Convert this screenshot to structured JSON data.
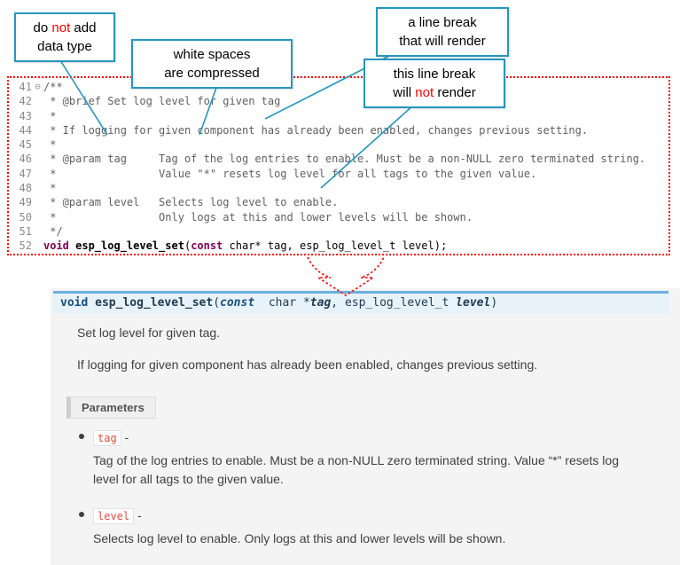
{
  "colors": {
    "callout_border": "#2596be",
    "annotation_red": "#ff0000",
    "code_border_dotted": "#ff0000",
    "signature_bar_bg": "#e7f2fa",
    "signature_bar_border": "#6ab0de",
    "param_chip_text": "#e74c3c",
    "docs_bg": "#f4f4f4"
  },
  "callouts": {
    "datatype": {
      "t1": "do ",
      "t2": "not",
      "t3": " add",
      "l2": "data type"
    },
    "whitespace": {
      "l1": "white spaces",
      "l2": "are  compressed"
    },
    "break_render": {
      "l1": "a line break",
      "l2": "that will render"
    },
    "break_norender": {
      "l1": "this line break",
      "t1": "will ",
      "t2": "not",
      "t3": " render"
    }
  },
  "code": {
    "lines": [
      {
        "num": "41",
        "fold": "⊖",
        "text": "/**"
      },
      {
        "num": "42",
        "text": " * @brief Set log level for given tag"
      },
      {
        "num": "43",
        "text": " *"
      },
      {
        "num": "44",
        "text": " * If logging for given component has already been enabled, changes previous setting."
      },
      {
        "num": "45",
        "text": " *"
      },
      {
        "num": "46",
        "text": " * @param tag     Tag of the log entries to enable. Must be a non-NULL zero terminated string."
      },
      {
        "num": "47",
        "text": " *                Value \"*\" resets log level for all tags to the given value."
      },
      {
        "num": "48",
        "text": " *"
      },
      {
        "num": "49",
        "text": " * @param level   Selects log level to enable."
      },
      {
        "num": "50",
        "text": " *                Only logs at this and lower levels will be shown."
      },
      {
        "num": "51",
        "text": " */"
      },
      {
        "num": "52"
      }
    ],
    "line52": {
      "k1": "void",
      "n": " esp_log_level_set",
      "p1": "(",
      "k2": "const",
      "p2": " char* tag, esp_log_level_t level);"
    }
  },
  "docs": {
    "signature": {
      "k1": "void ",
      "name": "esp_log_level_set",
      "p1": "(",
      "k2": "const",
      "t1": "  char *",
      "a1": "tag",
      "c1": ", ",
      "t2": "esp_log_level_t ",
      "a2": "level",
      "p2": ")"
    },
    "p1": "Set log level for given tag.",
    "p2": "If logging for given component has already been enabled, changes previous setting.",
    "params_label": "Parameters",
    "items": [
      {
        "name": "tag",
        "dash": " -",
        "desc": "Tag of the log entries to enable. Must be a non-NULL zero terminated string. Value “*” resets log level for all tags to the given value."
      },
      {
        "name": "level",
        "dash": " -",
        "desc": "Selects log level to enable. Only logs at this and lower levels will be shown."
      }
    ]
  }
}
